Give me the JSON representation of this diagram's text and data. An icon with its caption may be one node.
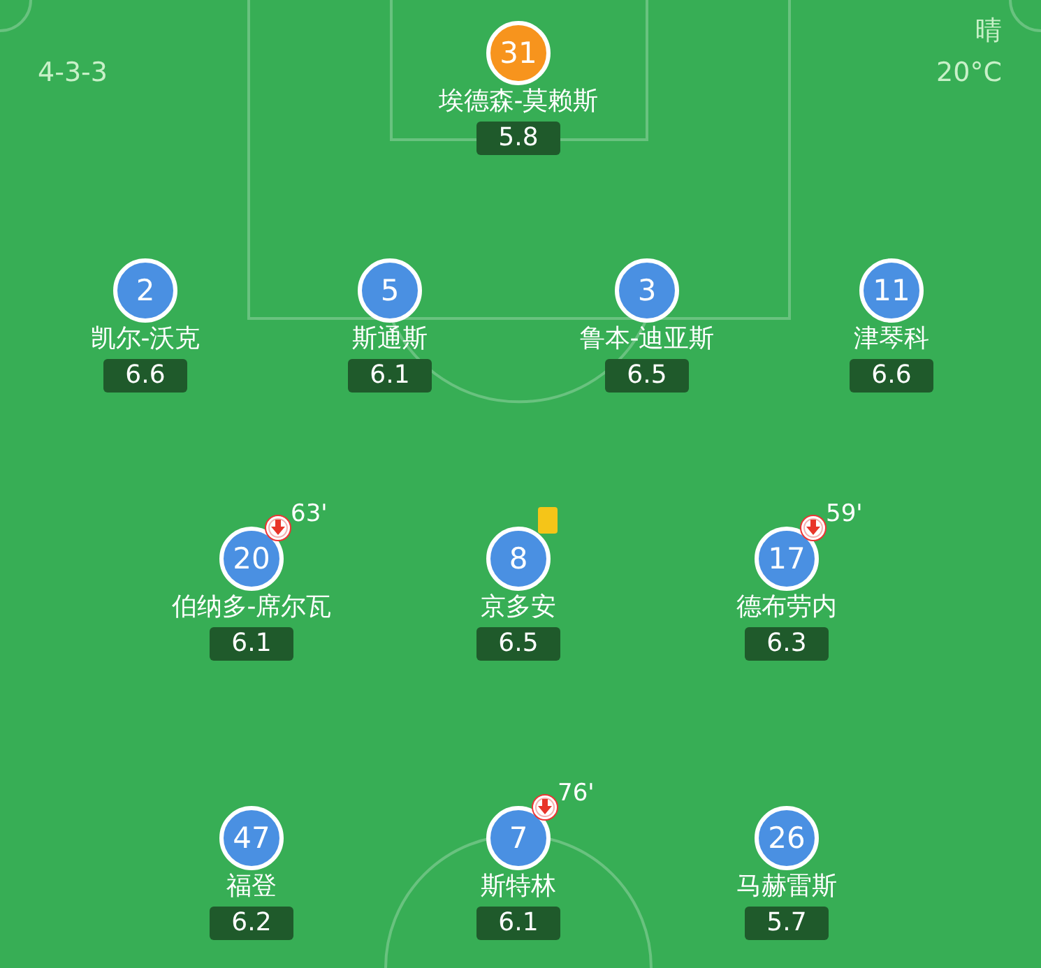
{
  "diagram": {
    "nodes": [
      {
        "text": [
          "31",
          "埃德森-莫赖斯",
          "5.8"
        ]
      },
      {
        "text": [
          "2",
          "凯尔-沃克",
          "6.6"
        ]
      },
      {
        "text": [
          "5",
          "斯通斯",
          "6.1"
        ]
      },
      {
        "text": [
          "3",
          "鲁本-迪亚斯",
          "6.5"
        ]
      },
      {
        "text": [
          "11",
          "津琴科",
          "6.6"
        ]
      },
      {
        "text": [
          "20",
          "伯纳多-席尔瓦",
          "6.1"
        ],
        "beside": [
          "63'"
        ]
      },
      {
        "text": [
          "8",
          "京多安",
          "6.5"
        ]
      },
      {
        "text": [
          "17",
          "德布劳内",
          "6.3"
        ],
        "beside": [
          "59'"
        ]
      },
      {
        "text": [
          "47",
          "福登",
          "6.2"
        ]
      },
      {
        "text": [
          "7",
          "斯特林",
          "6.1"
        ],
        "beside": [
          "76'"
        ]
      },
      {
        "text": [
          "26",
          "马赫雷斯",
          "5.7"
        ]
      }
    ],
    "labels": [
      "4-3-3",
      "晴",
      "20°C"
    ]
  }
}
